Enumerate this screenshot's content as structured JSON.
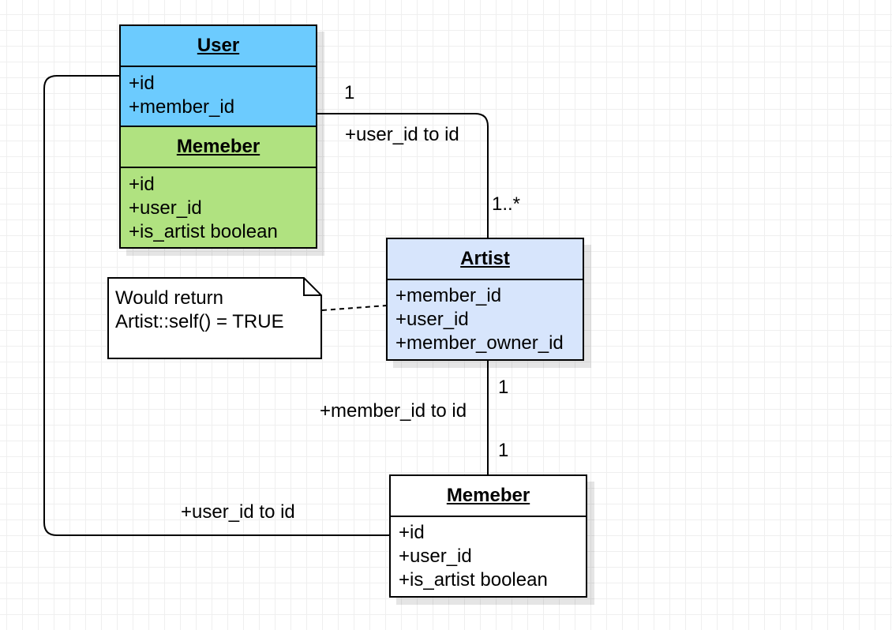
{
  "colors": {
    "user_fill": "#6ccbfe",
    "member_top_fill": "#b0e280",
    "artist_fill": "#d7e5fc",
    "member_bottom_fill": "#ffffff",
    "stroke": "#000000"
  },
  "user_class": {
    "title": "User",
    "attributes": [
      "+id",
      "+member_id"
    ]
  },
  "member_class_top": {
    "title": "Memeber",
    "attributes": [
      "+id",
      "+user_id",
      "+is_artist boolean"
    ]
  },
  "artist_class": {
    "title": "Artist",
    "attributes": [
      "+member_id",
      "+user_id",
      "+member_owner_id"
    ]
  },
  "member_class_bottom": {
    "title": "Memeber",
    "attributes": [
      "+id",
      "+user_id",
      "+is_artist boolean"
    ]
  },
  "note": {
    "lines": [
      "Would return",
      "Artist::self() = TRUE"
    ]
  },
  "edges": {
    "user_artist": {
      "source_multiplicity": "1",
      "target_multiplicity": "1..*",
      "label": "+user_id to id"
    },
    "artist_member": {
      "source_multiplicity": "1",
      "target_multiplicity": "1",
      "label": "+member_id to id"
    },
    "user_member": {
      "label": "+user_id to id"
    }
  }
}
